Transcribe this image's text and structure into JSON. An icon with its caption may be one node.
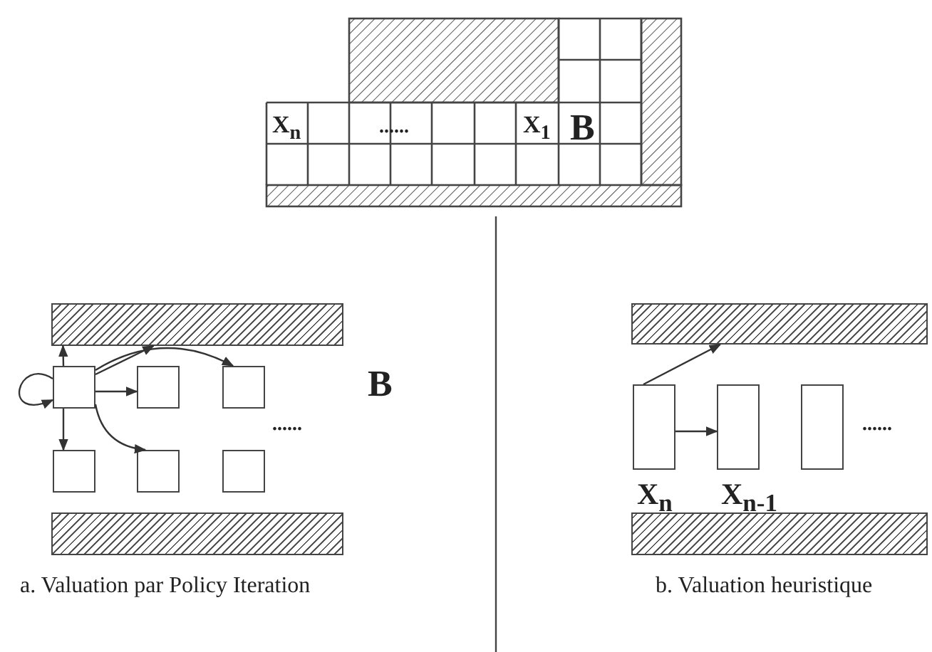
{
  "diagram": {
    "nodes": [
      {
        "text": [],
        "shape": "bar"
      },
      {
        "text": [],
        "shape": "box"
      },
      {
        "text": [],
        "shape": "box"
      },
      {
        "text": [],
        "shape": "box"
      },
      {
        "text": [],
        "shape": "box"
      },
      {
        "text": [],
        "shape": "box"
      },
      {
        "text": [],
        "shape": "box"
      },
      {
        "text": [],
        "shape": "bar"
      },
      {
        "text": [],
        "shape": "bar"
      },
      {
        "text": [],
        "shape": "box",
        "beside": [
          "X$_{n}$"
        ]
      },
      {
        "text": [],
        "shape": "box",
        "beside": [
          "X$_{n-1}$"
        ]
      },
      {
        "text": [],
        "shape": "box"
      },
      {
        "text": [],
        "shape": "bar"
      }
    ],
    "edges": [
      {
        "from": 1,
        "to": 0,
        "arrow": "to"
      },
      {
        "from": 1,
        "to": 1,
        "arrow": "to"
      },
      {
        "from": 1,
        "to": 0,
        "arrow": "to"
      },
      {
        "from": 1,
        "to": 2,
        "arrow": "to"
      },
      {
        "from": 1,
        "to": 3,
        "arrow": "to"
      },
      {
        "from": 1,
        "to": 4,
        "arrow": "to"
      },
      {
        "from": 1,
        "to": 5,
        "arrow": "to"
      },
      {
        "from": 9,
        "to": 8,
        "arrow": "to"
      },
      {
        "from": 9,
        "to": 10,
        "arrow": "to"
      }
    ],
    "labels": [
      "X$_{n}$",
      "......",
      "X$_{1}$",
      "B",
      "B",
      "......",
      "......",
      "a. Valuation par Policy Iteration",
      "b. Valuation heuristique"
    ]
  }
}
